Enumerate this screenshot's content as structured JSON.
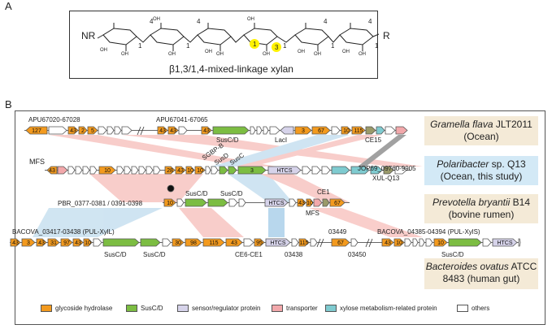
{
  "panel_a": {
    "letter": "A",
    "nr": "NR",
    "r": "R",
    "link_labels": [
      "4",
      "1",
      "4",
      "1",
      "1",
      "3",
      "1",
      "4",
      "1",
      "4",
      "1"
    ],
    "oh": [
      "OH",
      "OH",
      "OH",
      "OH",
      "OH",
      "OH",
      "OH",
      "OH",
      "OH",
      "OH",
      "OH",
      "OH"
    ],
    "title": "β1,3/1,4-mixed-linkage xylan",
    "highlight_color": "#fff200"
  },
  "panel_b": {
    "letter": "B",
    "species": [
      {
        "name": "Gramella flava",
        "strain": " JLT2011",
        "source": "(Ocean)"
      },
      {
        "name": "Polaribacter",
        "strain": " sp. Q13",
        "source": "(Ocean, this study)"
      },
      {
        "name": "Prevotella bryantii",
        "strain": " B14",
        "source": "(bovine rumen)"
      },
      {
        "name": "Bacteroides ovatus",
        "strain": " ATCC",
        "source2": "8483 (human gut)"
      }
    ],
    "gene_labels": {
      "r1": [
        "127",
        "43",
        "2",
        "5",
        "43",
        "43",
        "43",
        "3",
        "67",
        "10",
        "115"
      ],
      "r2": [
        "43",
        "10",
        "28",
        "43",
        "10",
        "10",
        "3"
      ],
      "r3": [
        "10",
        "43",
        "10",
        "67"
      ],
      "r4": [
        "43",
        "3",
        "43",
        "31",
        "97",
        "43",
        "10",
        "30",
        "98",
        "115",
        "43",
        "95",
        "115",
        "67",
        "43",
        "10",
        "10"
      ],
      "htcs": [
        "HTCS",
        "HTCS",
        "HTCS",
        "HTCS"
      ]
    },
    "annotations": {
      "apu1": "APU67020-67028",
      "apu2": "APU67041-67065",
      "susc_d_1": "SusC/D",
      "laci": "LacI",
      "ce15": "CE15",
      "mfs1": "MFS",
      "sgbp": "SGBP-B",
      "susd": "SusD",
      "susc": "SusC",
      "jop": "JOP69_09760-9905",
      "xul": "XUL-Q13",
      "pbr": "PBR_0377-0381 / 0391-0398",
      "susc_d_2": "SusC/D",
      "susc_d_3": "SusC/D",
      "ce1": "CE1",
      "mfs2": "MFS",
      "bacova1": "BACOVA_03417-03438 (PUL-XylL)",
      "b03449": "03449",
      "bacova2": "BACOVA_04385-04394 (PUL-XylS)",
      "susc_d_4": "SusC/D",
      "susc_d_5": "SusC/D",
      "ce6": "CE6-CE1",
      "b03438": "03438",
      "b03450": "03450",
      "susc_d_6": "SusC/D"
    },
    "legend": [
      {
        "label": "glycoside hydrolase",
        "color": "#f39a1e"
      },
      {
        "label": "SusC/D",
        "color": "#7cbd42"
      },
      {
        "label": "sensor/regulator protein",
        "color": "#d6d3ea"
      },
      {
        "label": "transporter",
        "color": "#f2a8ab"
      },
      {
        "label": "xylose metabolism-related protein",
        "color": "#7fcbd0"
      },
      {
        "label": "others",
        "color": "#ffffff"
      }
    ]
  }
}
